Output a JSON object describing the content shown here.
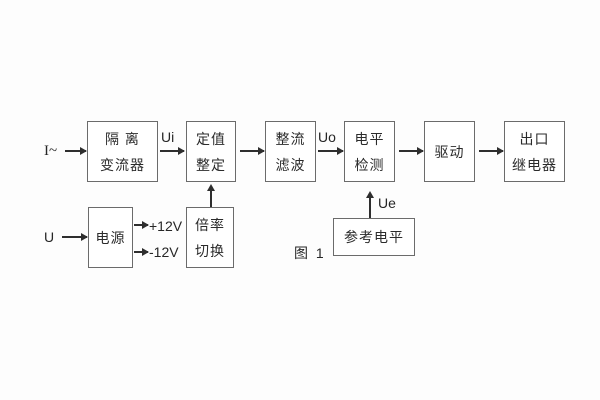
{
  "figure": {
    "caption": "图 1"
  },
  "blocks": {
    "isolation": {
      "line1": "隔 离",
      "line2": "变流器"
    },
    "setting": {
      "line1": "定值",
      "line2": "整定"
    },
    "rectifier": {
      "line1": "整流",
      "line2": "滤波"
    },
    "level": {
      "line1": "电平",
      "line2": "检测"
    },
    "drive": {
      "label": "驱动"
    },
    "relay": {
      "line1": "出口",
      "line2": "继电器"
    },
    "power": {
      "label": "电源"
    },
    "ratio": {
      "line1": "倍率",
      "line2": "切换"
    },
    "reference": {
      "label": "参考电平"
    }
  },
  "signals": {
    "input_current": "I~",
    "input_voltage": "U",
    "ui": "Ui",
    "uo": "Uo",
    "ue": "Ue",
    "plus_12v": "+12V",
    "minus_12v": "-12V"
  },
  "colors": {
    "line": "#2e2e2e",
    "box_border": "#6b6b6b",
    "text": "#2b2b2b",
    "background": "#fdfdfd"
  }
}
